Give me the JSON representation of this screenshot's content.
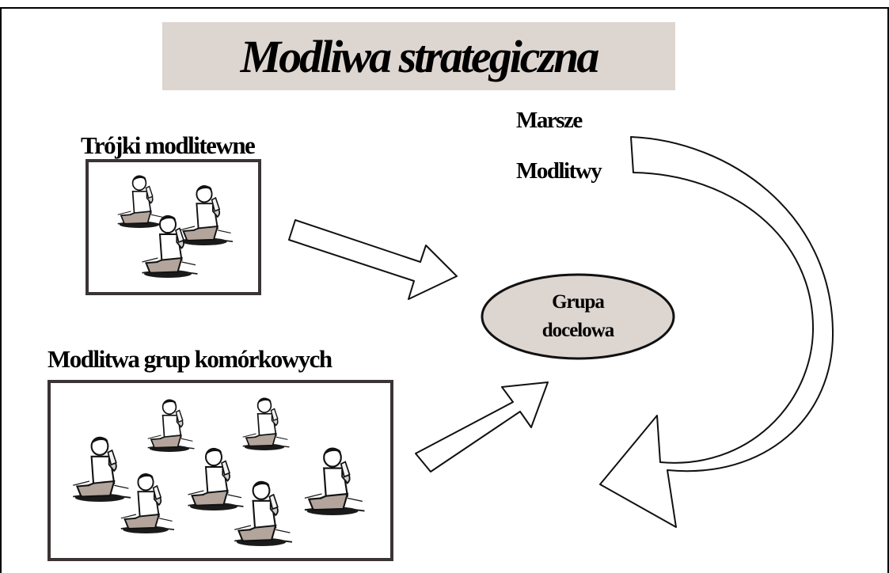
{
  "title": "Modliwa strategiczna",
  "groups": {
    "triples_label": "Trójki modlitewne",
    "cells_label": "Modlitwa grup komórkowych"
  },
  "marches": {
    "line1": "Marsze",
    "line2": "Modlitwy"
  },
  "target": {
    "line1": "Grupa",
    "line2": "docelowa"
  },
  "colors": {
    "title_bg": "#ddd5d0",
    "ellipse_fill": "#ddd5d0",
    "box_border": "#3a3434"
  },
  "icons": [
    "praying-person-icon",
    "arrow-right-icon",
    "curved-arrow-icon"
  ]
}
